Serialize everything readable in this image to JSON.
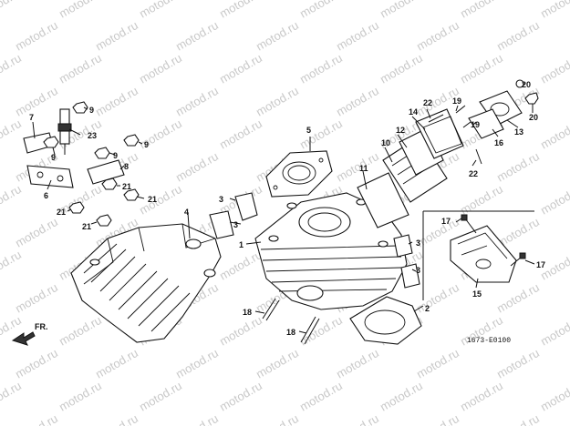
{
  "watermark": "motod.ru",
  "diagram_code": "1673-E0100",
  "front_label": "FR.",
  "callouts": [
    "1",
    "2",
    "3",
    "3",
    "3",
    "3",
    "4",
    "5",
    "6",
    "7",
    "8",
    "9",
    "9",
    "9",
    "9",
    "10",
    "11",
    "12",
    "13",
    "14",
    "15",
    "16",
    "17",
    "17",
    "18",
    "18",
    "19",
    "19",
    "20",
    "20",
    "21",
    "21",
    "21",
    "21",
    "22",
    "22",
    "23"
  ],
  "colors": {
    "line": "#111111",
    "watermark": "#c9c9c9",
    "background": "#ffffff"
  }
}
